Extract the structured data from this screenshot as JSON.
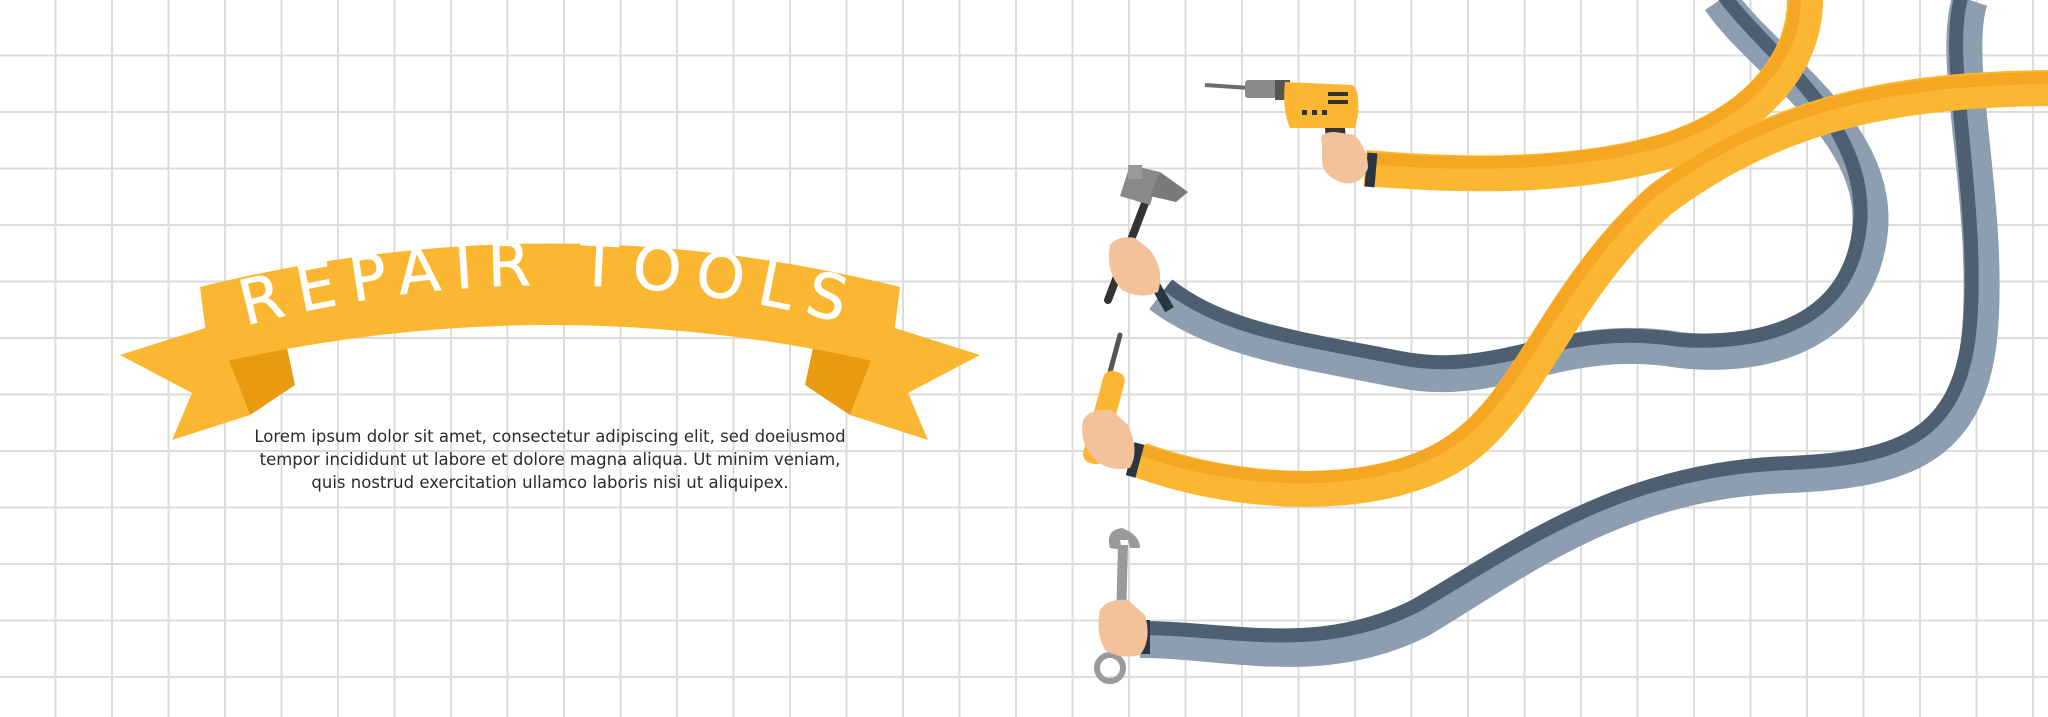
{
  "banner": {
    "title": "REPAIR TOOLS",
    "color": "#fbb731",
    "fold_color": "#e89a10"
  },
  "description": {
    "lines": [
      "Lorem ipsum dolor sit amet, consectetur adipiscing elit, sed doeiusmod",
      "tempor incididunt ut labore et dolore magna aliqua. Ut minim veniam,",
      "quis nostrud exercitation ullamco laboris nisi ut aliquipex."
    ]
  },
  "illustration": {
    "tools": [
      "drill-icon",
      "hammer-icon",
      "screwdriver-icon",
      "wrench-icon"
    ],
    "sleeve_colors": {
      "yellow": "#fbb731",
      "yellow_dark": "#f5a623",
      "gray": "#8c9eaf",
      "gray_dark": "#4e5f71",
      "skin": "#f4c29a"
    }
  }
}
